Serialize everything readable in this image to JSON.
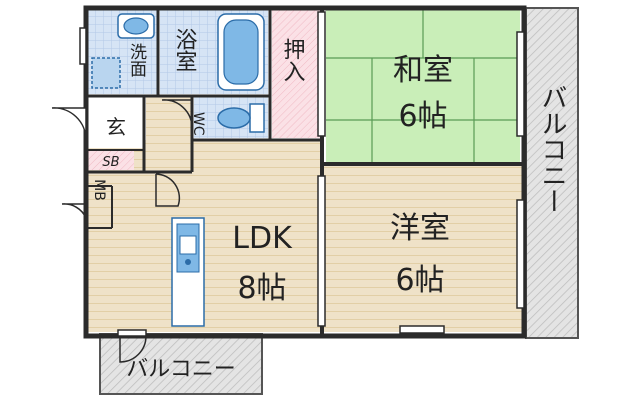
{
  "rooms": {
    "washroom": "洗面",
    "bath": "浴室",
    "closet": "押入",
    "japanese_room": {
      "name": "和室",
      "size": "6帖"
    },
    "western_room": {
      "name": "洋室",
      "size": "6帖"
    },
    "ldk": {
      "name": "LDK",
      "size": "8帖"
    },
    "entrance": "玄",
    "shoe_box": "SB",
    "toilet": "WC",
    "meter_box": "MB",
    "balcony_right": "バルコニー",
    "balcony_bottom": "バルコニー"
  },
  "colors": {
    "wall": "#2b2b2b",
    "floor_ldk": "#efe2c8",
    "tatami": "#c9eeb8",
    "bath_tile": "#d6e4f5",
    "closet": "#fbe1e6",
    "balcony": "#d9d9d9",
    "fixture_blue": "#7fb8e6"
  }
}
